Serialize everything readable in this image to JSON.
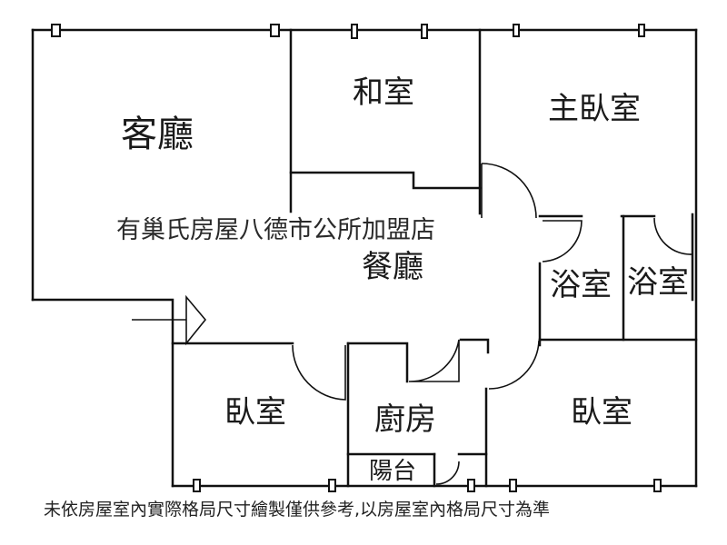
{
  "rooms": {
    "living": "客廳",
    "japanese": "和室",
    "master": "主臥室",
    "dining": "餐廳",
    "bath1": "浴室",
    "bath2": "浴室",
    "bedroom1": "臥室",
    "kitchen": "廚房",
    "bedroom2": "臥室",
    "balcony": "陽台"
  },
  "agent": "有巢氏房屋八德市公所加盟店",
  "disclaimer": "未依房屋室內實際格局尺寸繪製僅供參考,以房屋室內格局尺寸為準",
  "colors": {
    "wall": "#111111",
    "text": "#1a1a1a",
    "background": "#ffffff"
  }
}
